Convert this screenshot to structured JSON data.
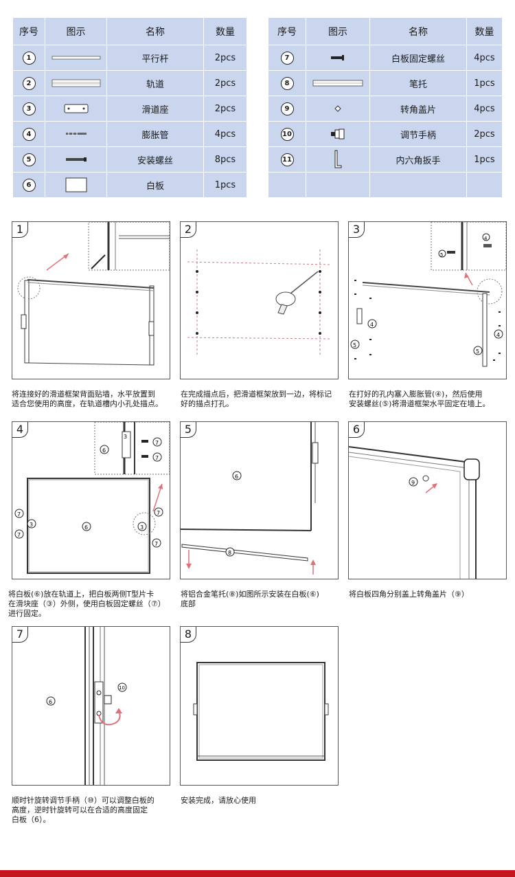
{
  "table_headers": [
    "序号",
    "图示",
    "名称",
    "数量"
  ],
  "left_table": [
    {
      "num": "1",
      "name": "平行杆",
      "qty": "2pcs"
    },
    {
      "num": "2",
      "name": "轨道",
      "qty": "2pcs"
    },
    {
      "num": "3",
      "name": "滑道座",
      "qty": "2pcs"
    },
    {
      "num": "4",
      "name": "膨胀管",
      "qty": "4pcs"
    },
    {
      "num": "5",
      "name": "安装螺丝",
      "qty": "8pcs"
    },
    {
      "num": "6",
      "name": "白板",
      "qty": "1pcs"
    }
  ],
  "right_table": [
    {
      "num": "7",
      "name": "白板固定螺丝",
      "qty": "4pcs"
    },
    {
      "num": "8",
      "name": "笔托",
      "qty": "1pcs"
    },
    {
      "num": "9",
      "name": "转角盖片",
      "qty": "4pcs"
    },
    {
      "num": "10",
      "name": "调节手柄",
      "qty": "2pcs"
    },
    {
      "num": "11",
      "name": "内六角扳手",
      "qty": "1pcs"
    },
    {
      "num": "",
      "name": "",
      "qty": ""
    }
  ],
  "steps": [
    {
      "n": "1",
      "caption": "将连接好的滑道框架背面贴墙，水平放置到\n适合您使用的高度，在轨道槽内小孔处描点。"
    },
    {
      "n": "2",
      "caption": "在完成描点后，把滑道框架放到一边，将标记\n好的描点打孔。"
    },
    {
      "n": "3",
      "caption": "在打好的孔内塞入膨胀管(④)，然后使用\n安装螺丝(⑤)将滑道框架水平固定在墙上。"
    },
    {
      "n": "4",
      "caption": "将白板(⑥)放在轨道上，把白板两侧T型片卡\n在滑块座（③）外侧，使用白板固定螺丝（⑦）\n进行固定。"
    },
    {
      "n": "5",
      "caption": "将铝合金笔托(⑧)如图所示安装在白板(⑥)\n底部"
    },
    {
      "n": "6",
      "caption": "将白板四角分别盖上转角盖片（⑨）"
    },
    {
      "n": "7",
      "caption": "顺时针旋转调节手柄（⑩）可以调整白板的\n高度，逆时针旋转可以在合适的高度固定\n白板（6）。"
    },
    {
      "n": "8",
      "caption": "安装完成，请放心使用"
    }
  ],
  "labels": {
    "l3": "3",
    "l4": "4",
    "l5": "5",
    "l6": "6",
    "l7": "7",
    "l8": "8",
    "l9": "9",
    "l10": "10"
  },
  "colors": {
    "table_bg": "#c9d6ee",
    "accent_red": "#c4161c",
    "arrow_pink": "#e0707a"
  }
}
